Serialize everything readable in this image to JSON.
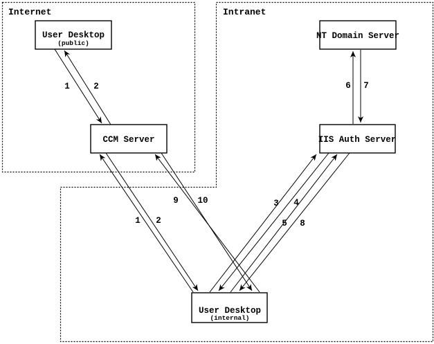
{
  "diagram": {
    "colors": {
      "ink": "#000000",
      "background": "#ffffff"
    },
    "zones": [
      {
        "id": "internet",
        "label": "Internet"
      },
      {
        "id": "intranet",
        "label": "Intranet"
      }
    ],
    "nodes": [
      {
        "id": "user-desktop-public",
        "label": "User Desktop",
        "sublabel": "(public)"
      },
      {
        "id": "nt-domain-server",
        "label": "NT Domain Server",
        "sublabel": ""
      },
      {
        "id": "ccm-server",
        "label": "CCM Server",
        "sublabel": ""
      },
      {
        "id": "iis-auth-server",
        "label": "IIS Auth Server",
        "sublabel": ""
      },
      {
        "id": "user-desktop-internal",
        "label": "User Desktop",
        "sublabel": "(internal)"
      }
    ],
    "connections": [
      {
        "from": "user-desktop-public",
        "to": "ccm-server",
        "labels": [
          "1",
          "2"
        ]
      },
      {
        "from": "nt-domain-server",
        "to": "iis-auth-server",
        "labels": [
          "6",
          "7"
        ]
      },
      {
        "from": "ccm-server",
        "to": "user-desktop-internal",
        "labels": [
          "1",
          "2"
        ]
      },
      {
        "from": "ccm-server",
        "to": "user-desktop-internal",
        "labels": [
          "9",
          "10"
        ]
      },
      {
        "from": "iis-auth-server",
        "to": "user-desktop-internal",
        "labels": [
          "3",
          "4"
        ]
      },
      {
        "from": "iis-auth-server",
        "to": "user-desktop-internal",
        "labels": [
          "5",
          "8"
        ]
      }
    ]
  }
}
